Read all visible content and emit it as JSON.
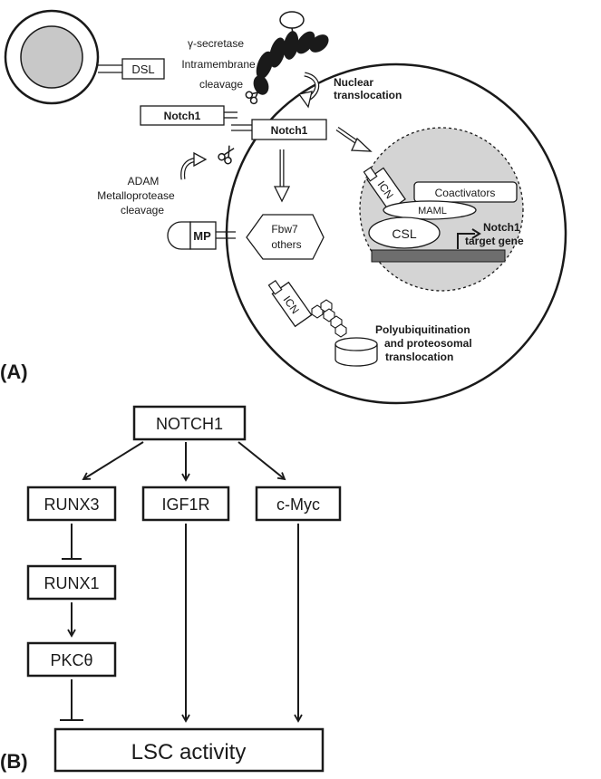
{
  "panel_a": {
    "label": "(A)",
    "dsl": "DSL",
    "gamma_1": "γ-secretase",
    "gamma_2": "Intramembrane",
    "gamma_3": "cleavage",
    "nuclear_1": "Nuclear",
    "nuclear_2": "translocation",
    "notch1_outer": "Notch1",
    "notch1_inner": "Notch1",
    "adam_1": "ADAM",
    "adam_2": "Metalloprotease",
    "adam_3": "cleavage",
    "mp": "MP",
    "fbw7_1": "Fbw7",
    "fbw7_2": "others",
    "icn_nucleus": "ICN",
    "coactivators": "Coactivators",
    "maml": "MAML",
    "csl": "CSL",
    "target_1": "Notch1",
    "target_2": "target gene",
    "icn_cyto": "ICN",
    "poly_1": "Polyubiquitination",
    "poly_2": "and proteosomal",
    "poly_3": "translocation"
  },
  "panel_b": {
    "label": "(B)",
    "notch1": "NOTCH1",
    "runx3": "RUNX3",
    "igf1r": "IGF1R",
    "cmyc": "c-Myc",
    "runx1": "RUNX1",
    "pkc": "PKCθ",
    "lsc": "LSC activity"
  },
  "colors": {
    "line": "#1a1a1a",
    "nucleus_fill": "#d4d4d4",
    "cell_fill": "#ffffff",
    "signal_cell_inner": "#c8c8c8",
    "dna_bar": "#6e6e6e"
  }
}
